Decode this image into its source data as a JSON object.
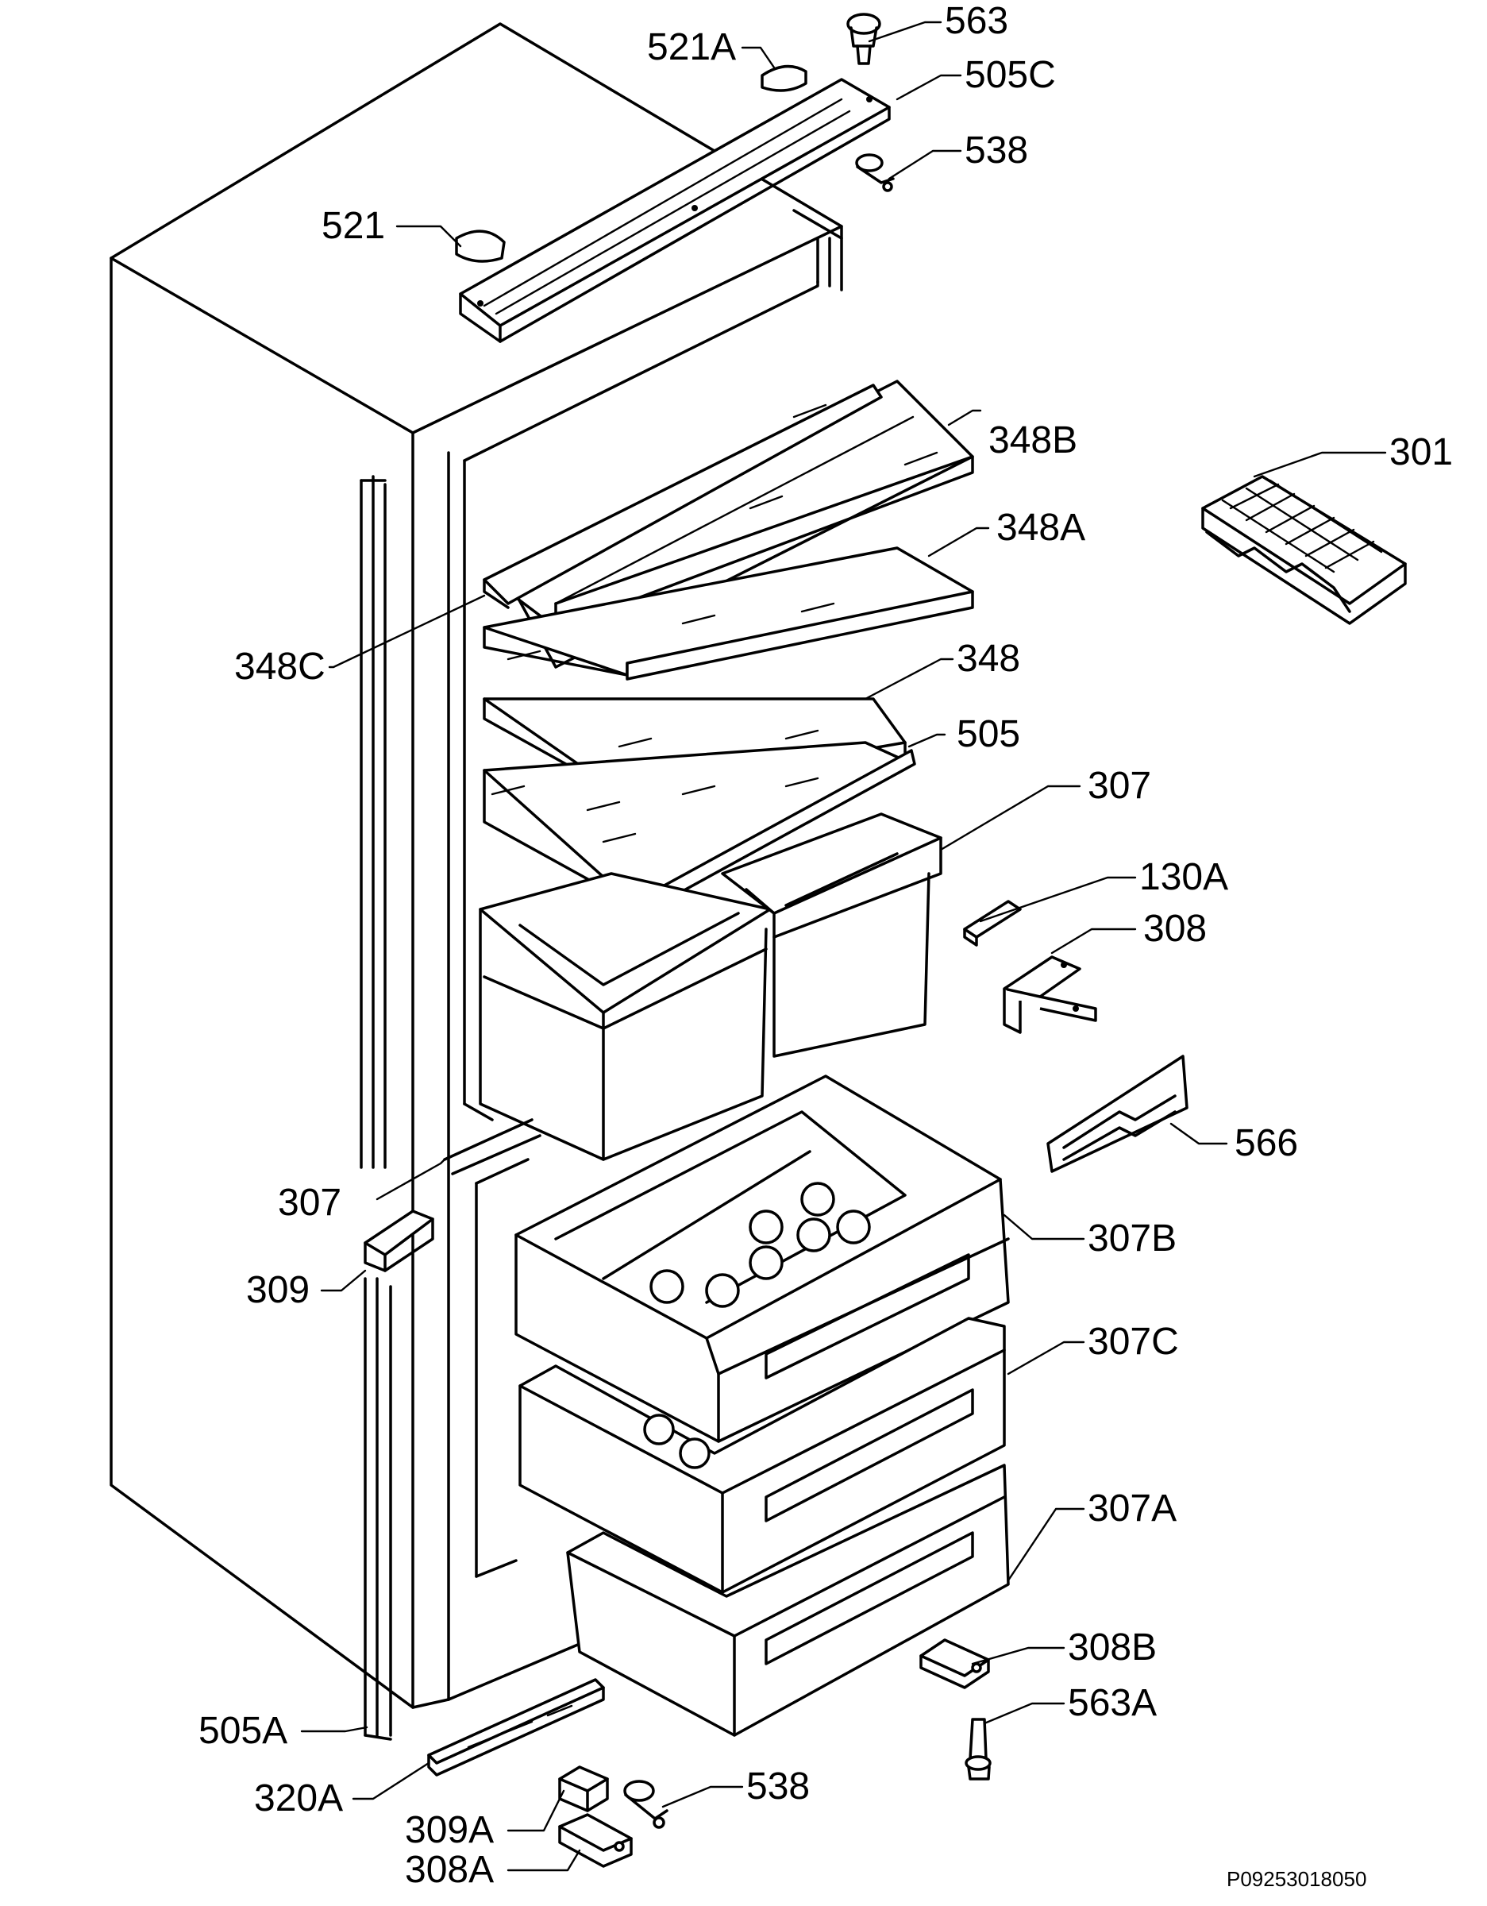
{
  "labels": {
    "p563": "563",
    "p521A": "521A",
    "p505C": "505C",
    "p538_top": "538",
    "p521": "521",
    "p348B": "348B",
    "p301": "301",
    "p348A": "348A",
    "p348C": "348C",
    "p348": "348",
    "p505": "505",
    "p307_top": "307",
    "p130A": "130A",
    "p308": "308",
    "p566": "566",
    "p307_left": "307",
    "p307B": "307B",
    "p309": "309",
    "p307C": "307C",
    "p307A": "307A",
    "p308B": "308B",
    "p563A": "563A",
    "p505A": "505A",
    "p320A": "320A",
    "p538_bottom": "538",
    "p309A": "309A",
    "p308A": "308A"
  },
  "drawing_code": "P09253018050"
}
